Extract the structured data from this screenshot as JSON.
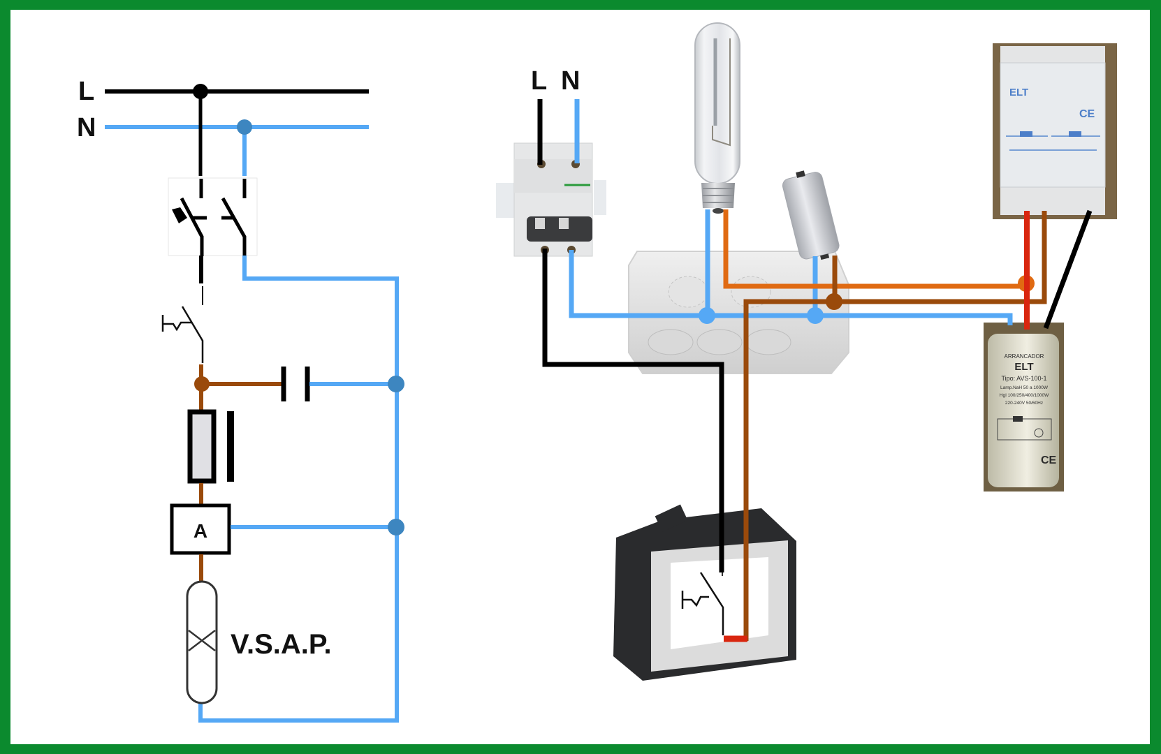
{
  "colors": {
    "frame": "#0b8a2e",
    "background": "#ffffff",
    "live": "#000000",
    "neutral": "#55a8f5",
    "neutral_node": "#3d86c0",
    "brown": "#9a4a0b",
    "orange": "#e06a12",
    "red": "#d9260f"
  },
  "schematic": {
    "label_live": "L",
    "label_neutral": "N",
    "ballast_label": "A",
    "lamp_label": "V.S.A.P."
  },
  "wiring": {
    "label_live": "L",
    "label_neutral": "N",
    "ballast": {
      "brand": "ELT",
      "mark": "CE"
    },
    "ignitor": {
      "title": "ARRANCADOR",
      "brand": "ELT",
      "type": "Tipo: AVS-100-1",
      "line1": "Lamp.NaH 50 a 1000W",
      "line2": "HgI 100/250/400/1000W",
      "line3": "220-240V 50/60Hz",
      "mark": "CE"
    }
  }
}
